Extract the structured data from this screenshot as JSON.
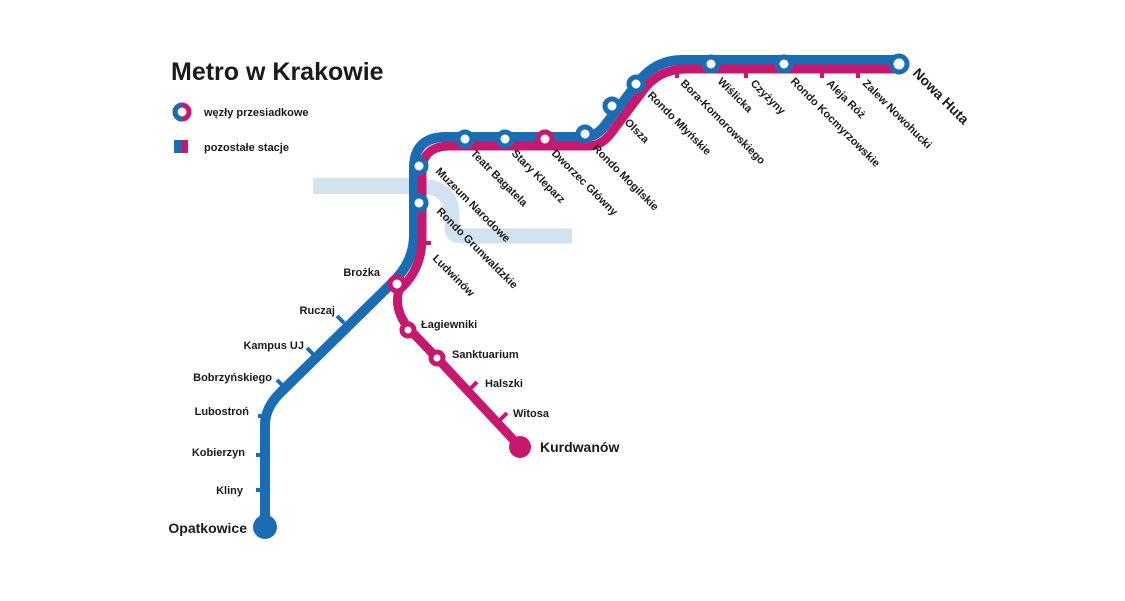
{
  "title": "Metro w Krakowie",
  "legend": {
    "interchange": "węzły przesiadkowe",
    "other": "pozostałe stacje"
  },
  "colors": {
    "blue_line": "#1b6db3",
    "magenta_line": "#c8176f",
    "river": "#d3e2ef"
  },
  "stations": {
    "muzeum": "Muzeum Narodowe",
    "teatr": "Teatr Bagatela",
    "kleparz": "Stary Kleparz",
    "dworzec": "Dworzec Główny",
    "mogilskie": "Rondo Mogilskie",
    "olsza": "Olsza",
    "mlynskie": "Rondo Młyńskie",
    "bora": "Bora-Komorowskiego",
    "wislicka": "Wiślicka",
    "czyzyny": "Czyżyny",
    "kocmyrzowskie": "Rondo Kocmyrzowskie",
    "aleja": "Aleja Róż",
    "zalew": "Zalew Nowohucki",
    "nowahuta": "Nowa Huta",
    "grunwaldzkie": "Rondo Grunwaldzkie",
    "ludwinow": "Ludwinów",
    "brozka": "Brożka",
    "ruczaj": "Ruczaj",
    "kampus": "Kampus UJ",
    "bobrzynskiego": "Bobrzyńskiego",
    "lubostron": "Lubostroń",
    "kobierzyn": "Kobierzyn",
    "kliny": "Kliny",
    "opatkowice": "Opatkowice",
    "lagiewniki": "Łagiewniki",
    "sanktuarium": "Sanktuarium",
    "halszki": "Halszki",
    "witosa": "Witosa",
    "kurdwanow": "Kurdwanów"
  }
}
